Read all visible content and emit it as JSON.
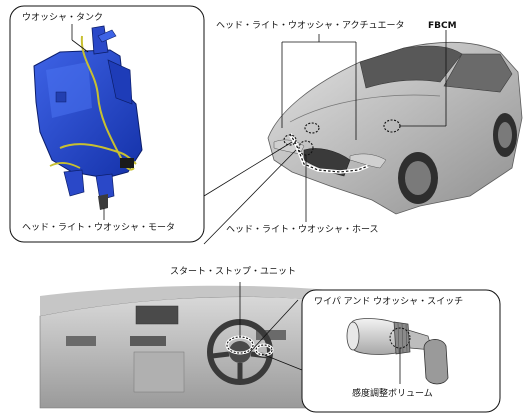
{
  "labels": {
    "washer_tank": "ウオッシャ・タンク",
    "washer_motor": "ヘッド・ライト・ウオッシャ・モータ",
    "actuator": "ヘッド・ライト・ウオッシャ・アクチュエータ",
    "fbcm": "FBCM",
    "hose": "ヘッド・ライト・ウオッシャ・ホース",
    "start_stop_unit": "スタート・ストップ・ユニット",
    "wiper_switch": "ワイパ アンド ウオッシャ・スイッチ",
    "sensitivity_volume": "感度調整ボリューム"
  }
}
